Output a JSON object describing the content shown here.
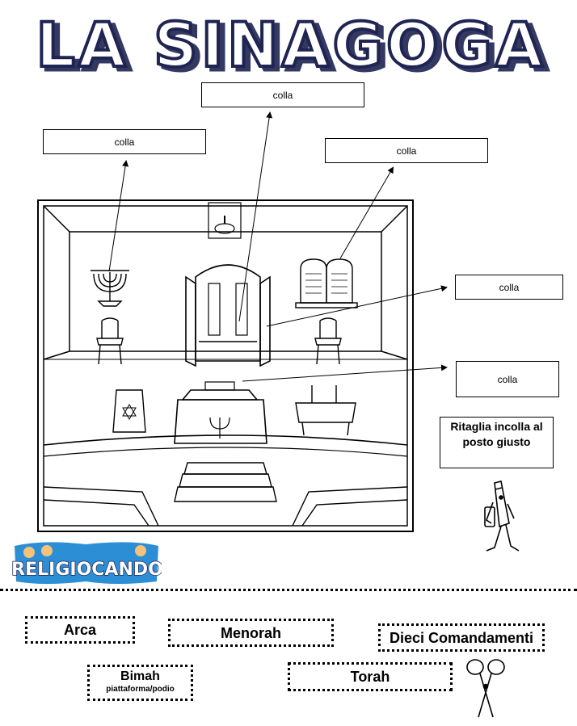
{
  "title": "LA SINAGOGA",
  "glue_label": "colla",
  "glue_boxes": [
    {
      "id": "torah-target",
      "label": "colla"
    },
    {
      "id": "menorah-target",
      "label": "colla"
    },
    {
      "id": "commandments-target",
      "label": "colla"
    },
    {
      "id": "arca-target",
      "label": "colla"
    },
    {
      "id": "bimah-target",
      "label": "colla"
    }
  ],
  "instructions": "Ritaglia incolla al posto giusto",
  "logo_text": "RELIGIOCANDO",
  "cards": {
    "arca": "Arca",
    "menorah": "Menorah",
    "dieci": "Dieci Comandamenti",
    "bimah": "Bimah",
    "bimah_sub": "piattaforma/podio",
    "torah": "Torah"
  },
  "colors": {
    "title_fill": "#ffffff",
    "title_stroke": "#1f2452",
    "logo_bg": "#2c8fd6",
    "logo_text": "#ffffff"
  }
}
